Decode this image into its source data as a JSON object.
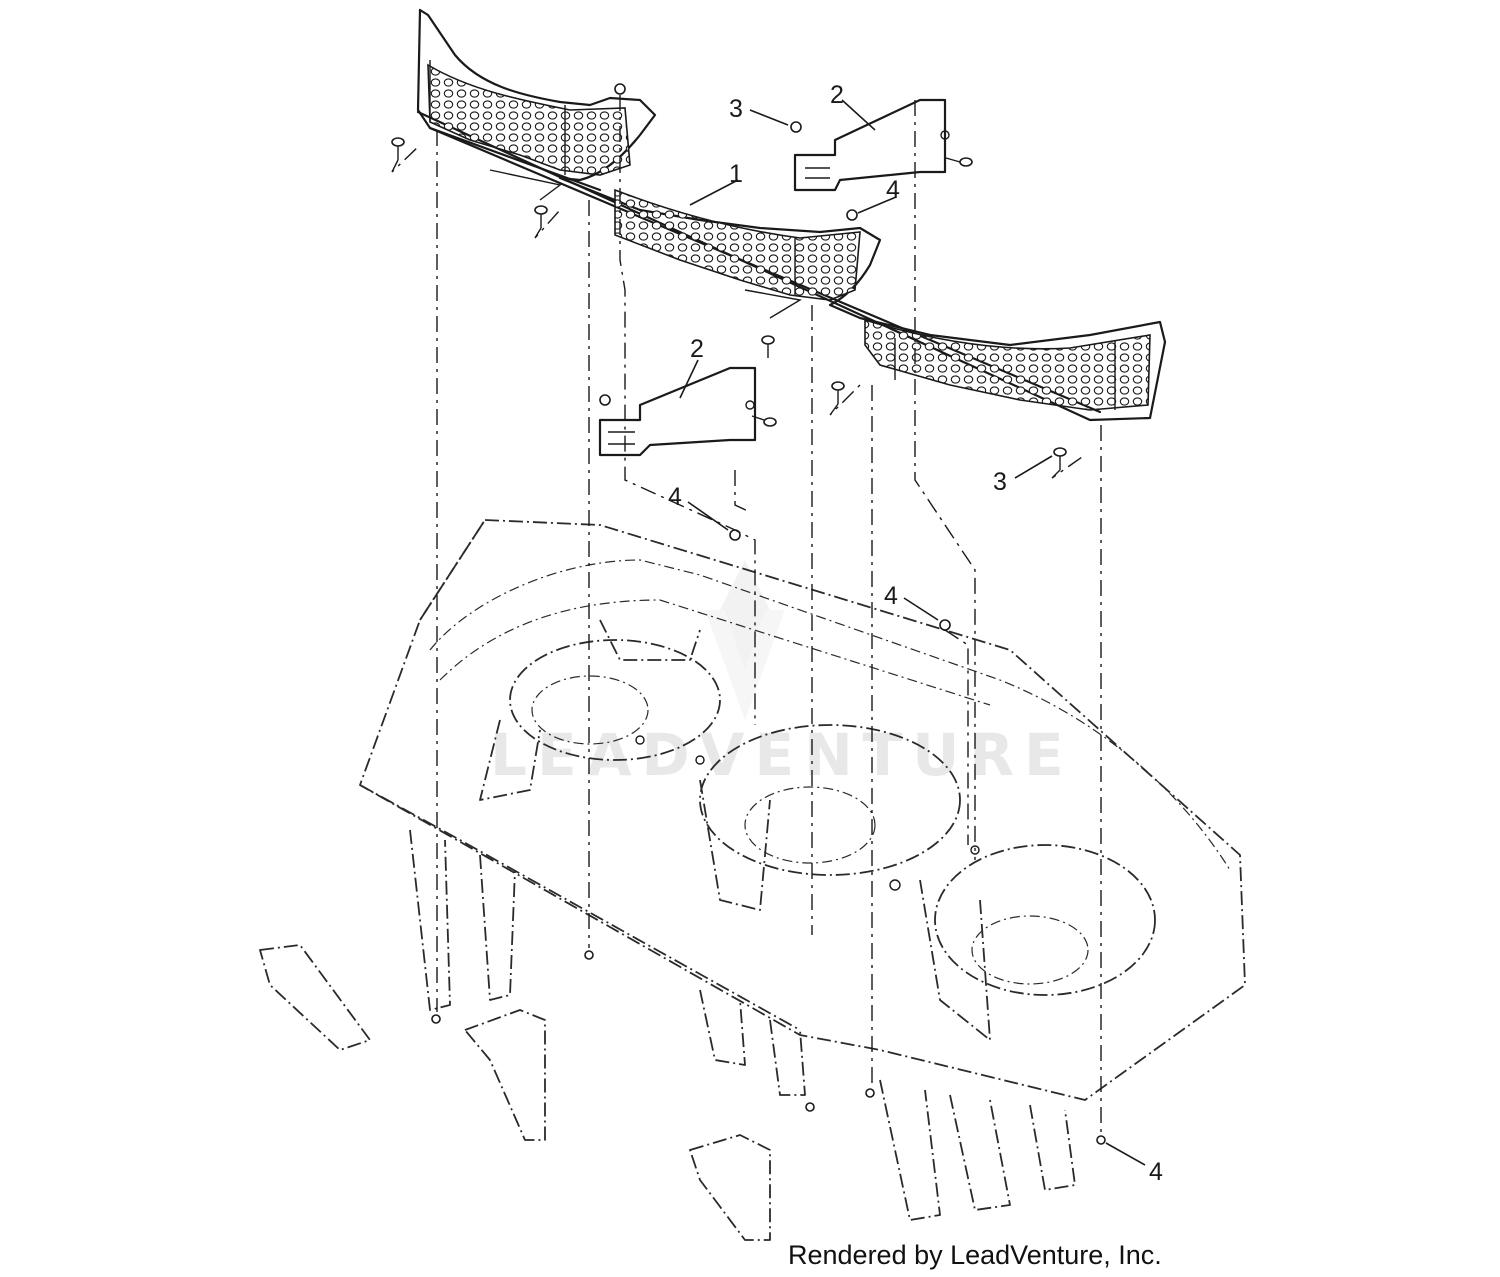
{
  "callouts": [
    {
      "id": "c1",
      "label": "1"
    },
    {
      "id": "c2a",
      "label": "2"
    },
    {
      "id": "c2b",
      "label": "2"
    },
    {
      "id": "c3a",
      "label": "3"
    },
    {
      "id": "c3b",
      "label": "3"
    },
    {
      "id": "c4a",
      "label": "4"
    },
    {
      "id": "c4b",
      "label": "4"
    },
    {
      "id": "c4c",
      "label": "4"
    },
    {
      "id": "c4d",
      "label": "4"
    }
  ],
  "watermark": "LEADVENTURE",
  "credit": "Rendered by LeadVenture, Inc."
}
